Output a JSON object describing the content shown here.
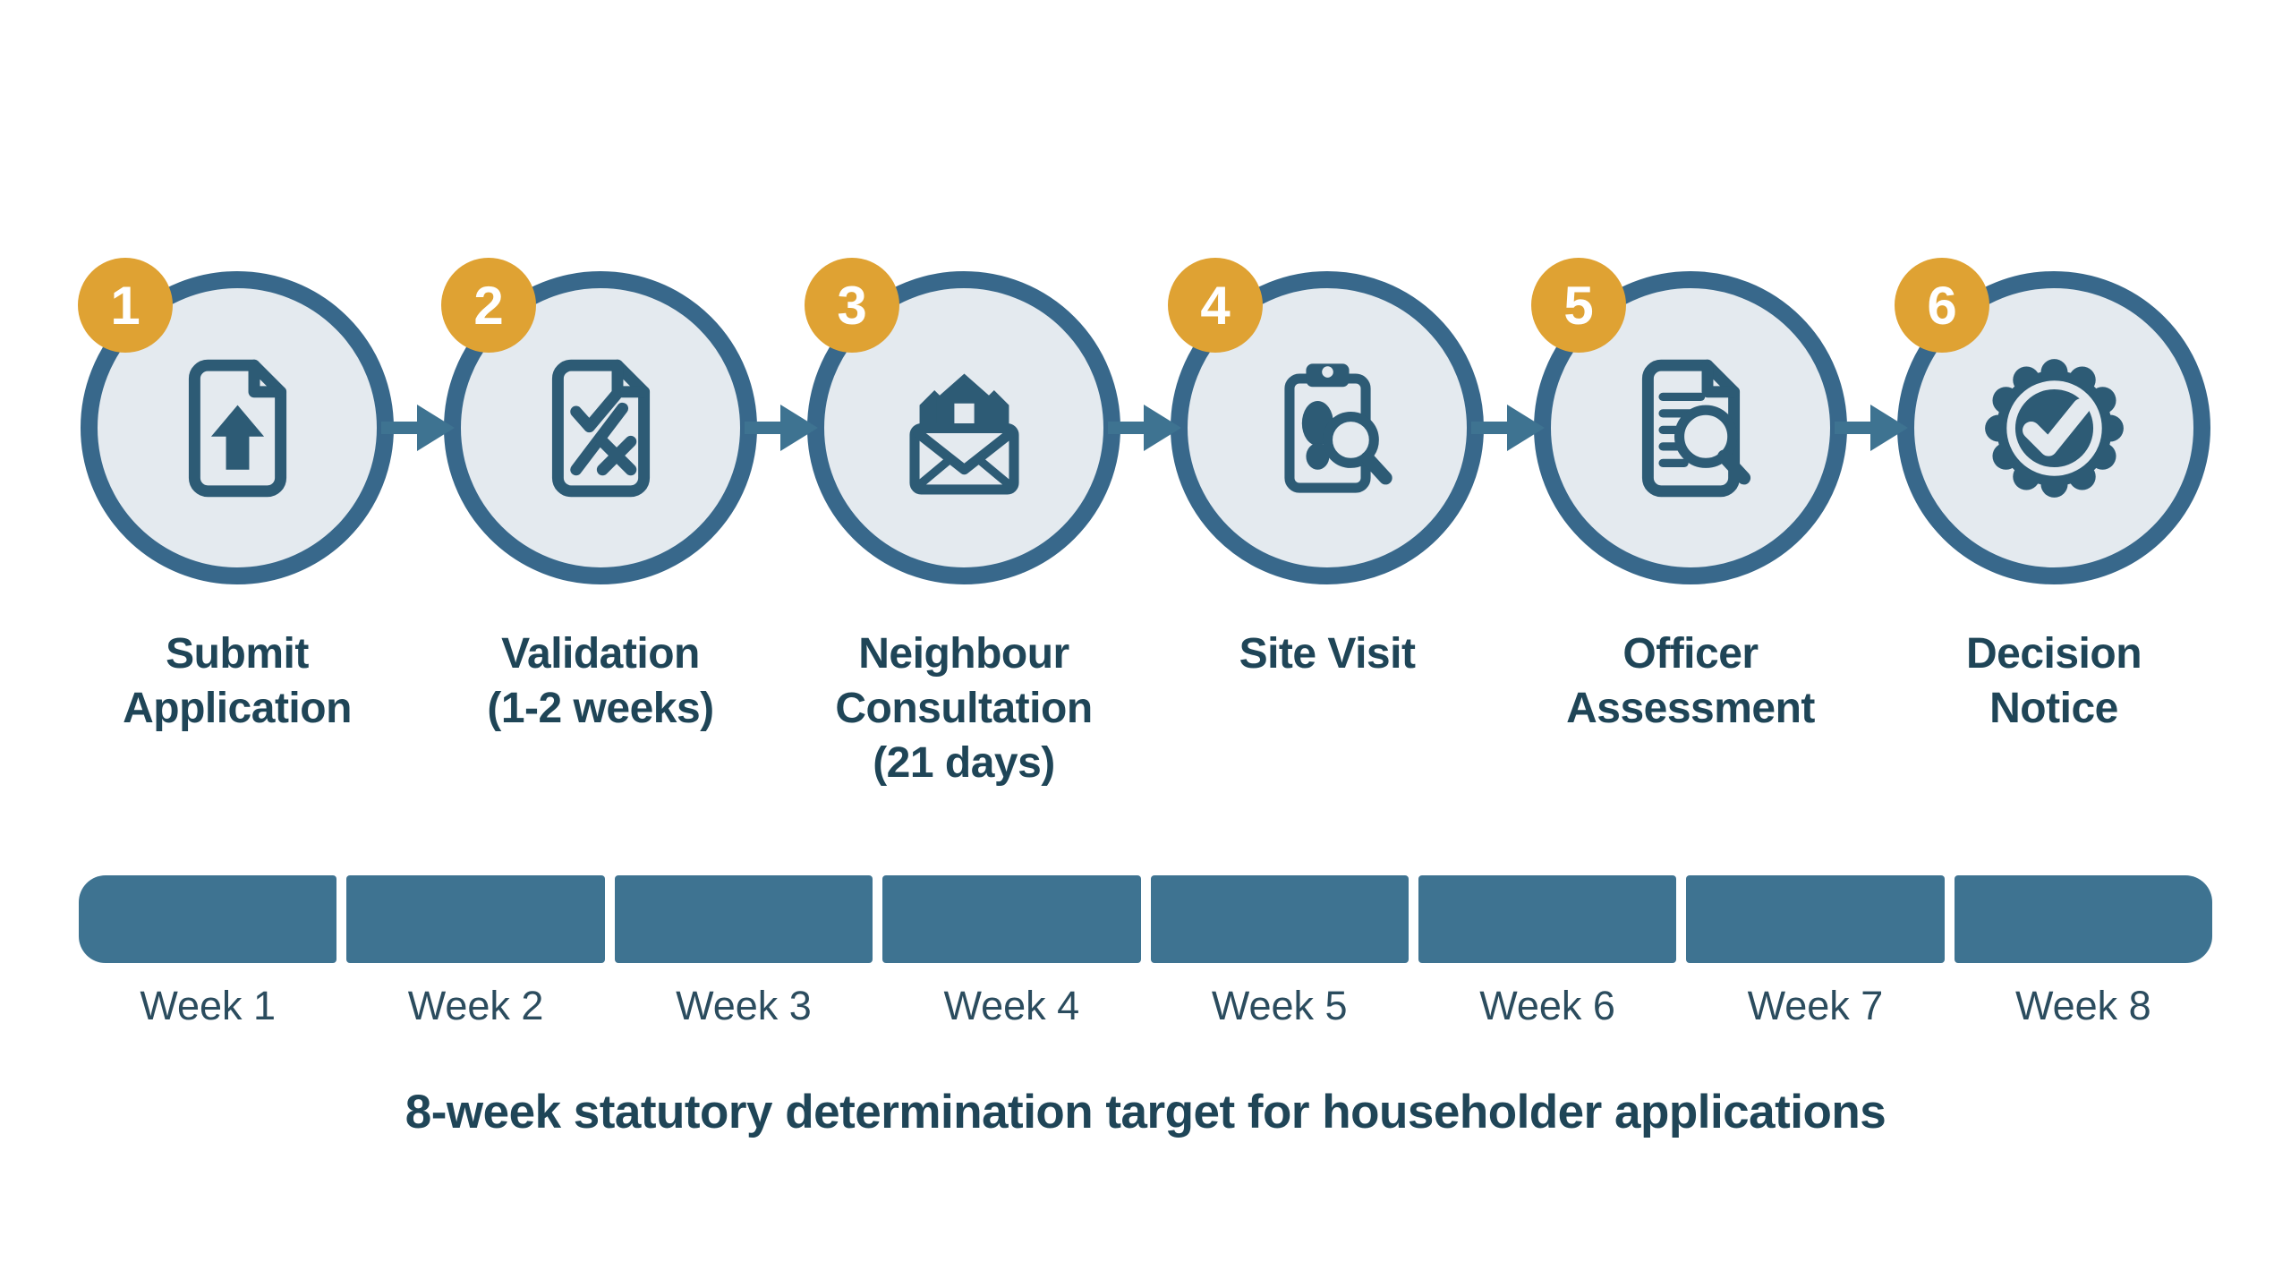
{
  "colors": {
    "ring": "#38688B",
    "fill": "#E4EAEF",
    "icon": "#2D5B75",
    "badge": "#DFA233",
    "badge_text": "#FFFFFF",
    "bar": "#3E7391",
    "heading": "#1F4557",
    "week": "#2B4C5E"
  },
  "steps": [
    {
      "number": "1",
      "label": "Submit\nApplication",
      "icon": "upload-document-icon"
    },
    {
      "number": "2",
      "label": "Validation\n(1-2 weeks)",
      "icon": "document-check-cross-icon"
    },
    {
      "number": "3",
      "label": "Neighbour\nConsultation\n(21 days)",
      "icon": "envelope-houses-icon"
    },
    {
      "number": "4",
      "label": "Site Visit",
      "icon": "clipboard-footprint-magnifier-icon"
    },
    {
      "number": "5",
      "label": "Officer\nAssessment",
      "icon": "document-magnifier-icon"
    },
    {
      "number": "6",
      "label": "Decision\nNotice",
      "icon": "rosette-check-icon"
    }
  ],
  "timeline": {
    "weeks": [
      "Week 1",
      "Week 2",
      "Week 3",
      "Week 4",
      "Week 5",
      "Week 6",
      "Week 7",
      "Week 8"
    ]
  },
  "caption": "8-week statutory determination target for householder applications"
}
